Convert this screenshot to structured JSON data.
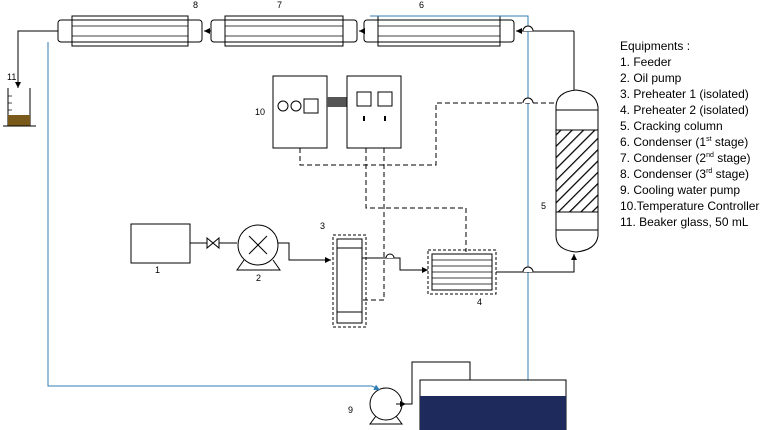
{
  "labels": {
    "n1": "1",
    "n2": "2",
    "n3": "3",
    "n4": "4",
    "n5": "5",
    "n6": "6",
    "n7": "7",
    "n8": "8",
    "n9": "9",
    "n10": "10",
    "n11": "11"
  },
  "legend": {
    "title": "Equipments :",
    "items": [
      {
        "main": "1. Feeder"
      },
      {
        "main": "2. Oil pump"
      },
      {
        "main": "3. Preheater  1 (isolated)"
      },
      {
        "main": "4. Preheater  2 (isolated)"
      },
      {
        "main": "5. Cracking column"
      },
      {
        "main": "6. Condenser (1",
        "sup": "st",
        "tail": " stage)"
      },
      {
        "main": "7. Condenser (2",
        "sup": "nd",
        "tail": " stage)"
      },
      {
        "main": "8. Condenser (3",
        "sup": "rd",
        "tail": " stage)"
      },
      {
        "main": "9. Cooling water pump"
      },
      {
        "main": "10.Temperature Controller"
      },
      {
        "main": "11. Beaker glass, 50 mL"
      }
    ]
  },
  "colors": {
    "water_line": "#2f7fb5",
    "water": "#1f2a5c",
    "oil": "#7a5a1a",
    "hatch": "#000000"
  }
}
